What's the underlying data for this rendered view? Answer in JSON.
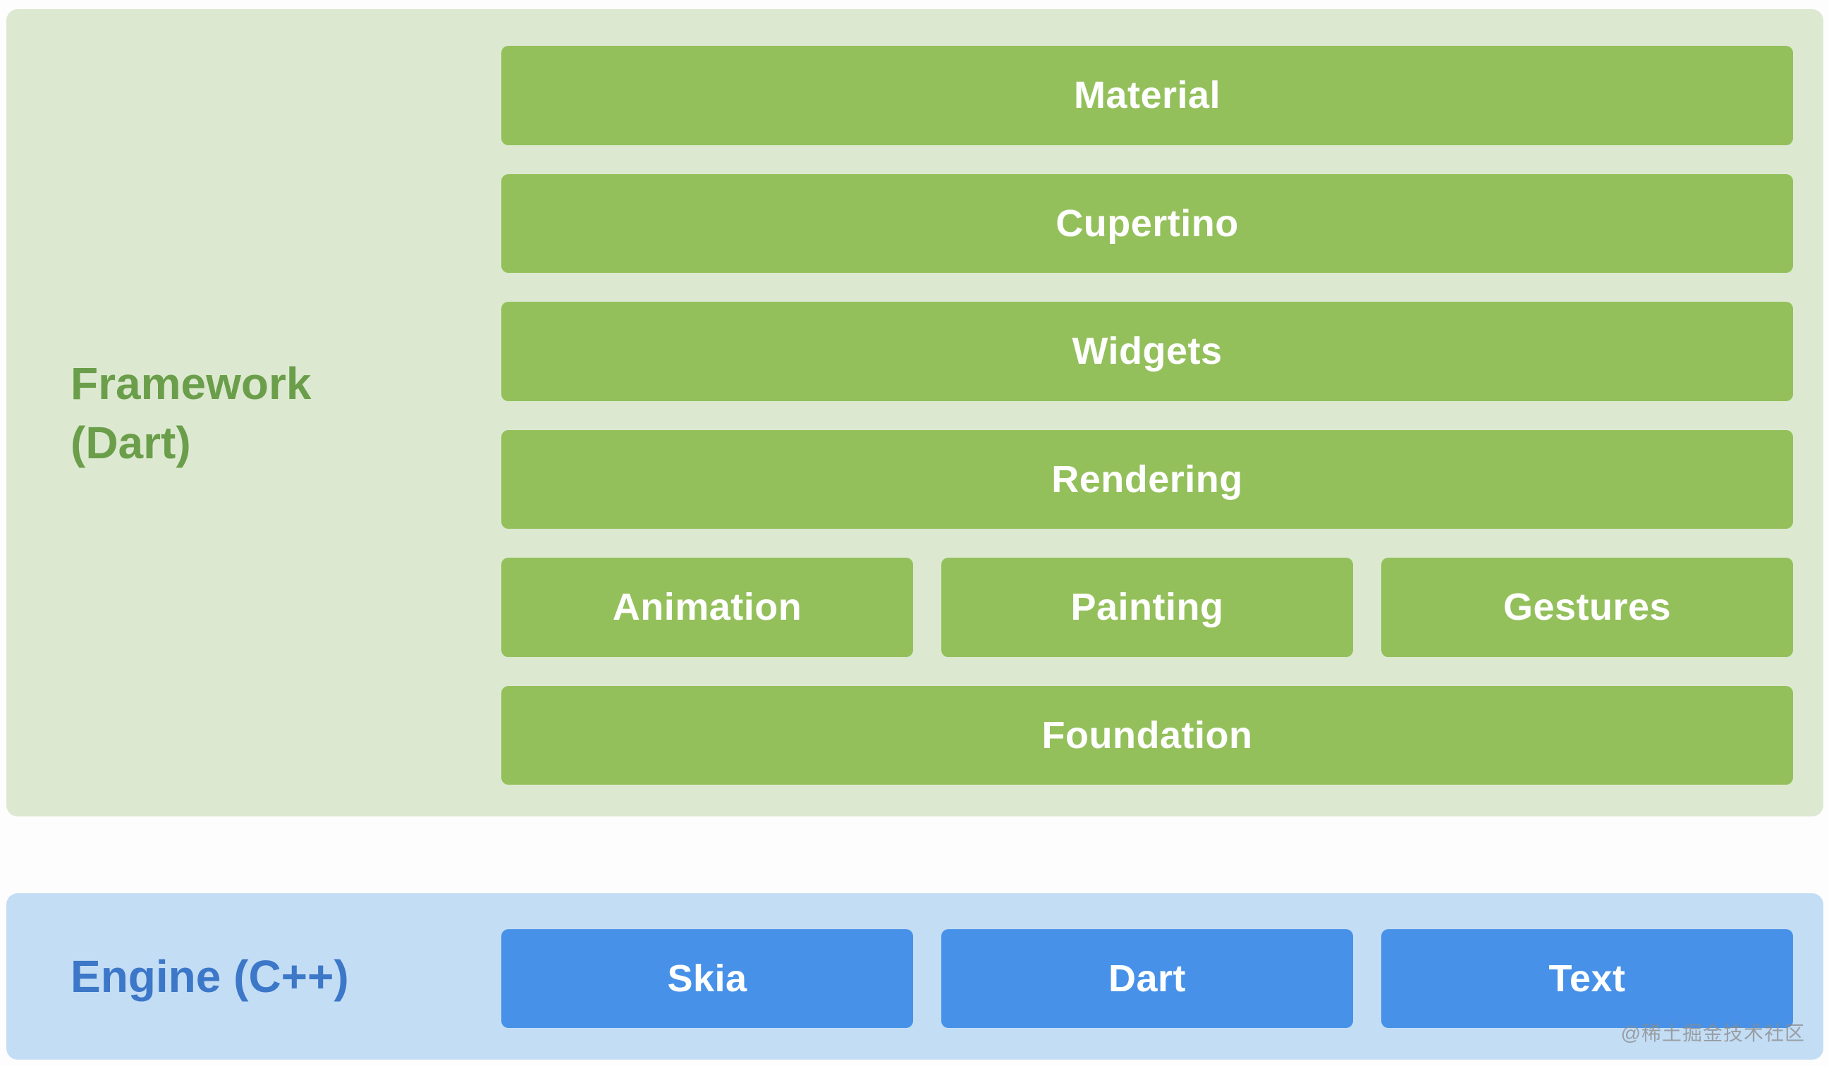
{
  "framework": {
    "title_lines": [
      "Framework",
      "(Dart)"
    ],
    "full_rows": [
      "Material",
      "Cupertino",
      "Widgets",
      "Rendering"
    ],
    "split_row": [
      "Animation",
      "Painting",
      "Gestures"
    ],
    "bottom_row": "Foundation"
  },
  "engine": {
    "title": "Engine (C++)",
    "bars": [
      "Skia",
      "Dart",
      "Text"
    ]
  },
  "watermark": "@稀土掘金技术社区",
  "colors": {
    "framework_bg": "#dce9d0",
    "framework_bar": "#94c05c",
    "framework_text": "#6b9e4a",
    "engine_bg": "#c3ddf5",
    "engine_bar": "#4792e8",
    "engine_text": "#3c77c8",
    "bar_text": "#ffffff",
    "watermark_text": "#8a8a8a"
  }
}
